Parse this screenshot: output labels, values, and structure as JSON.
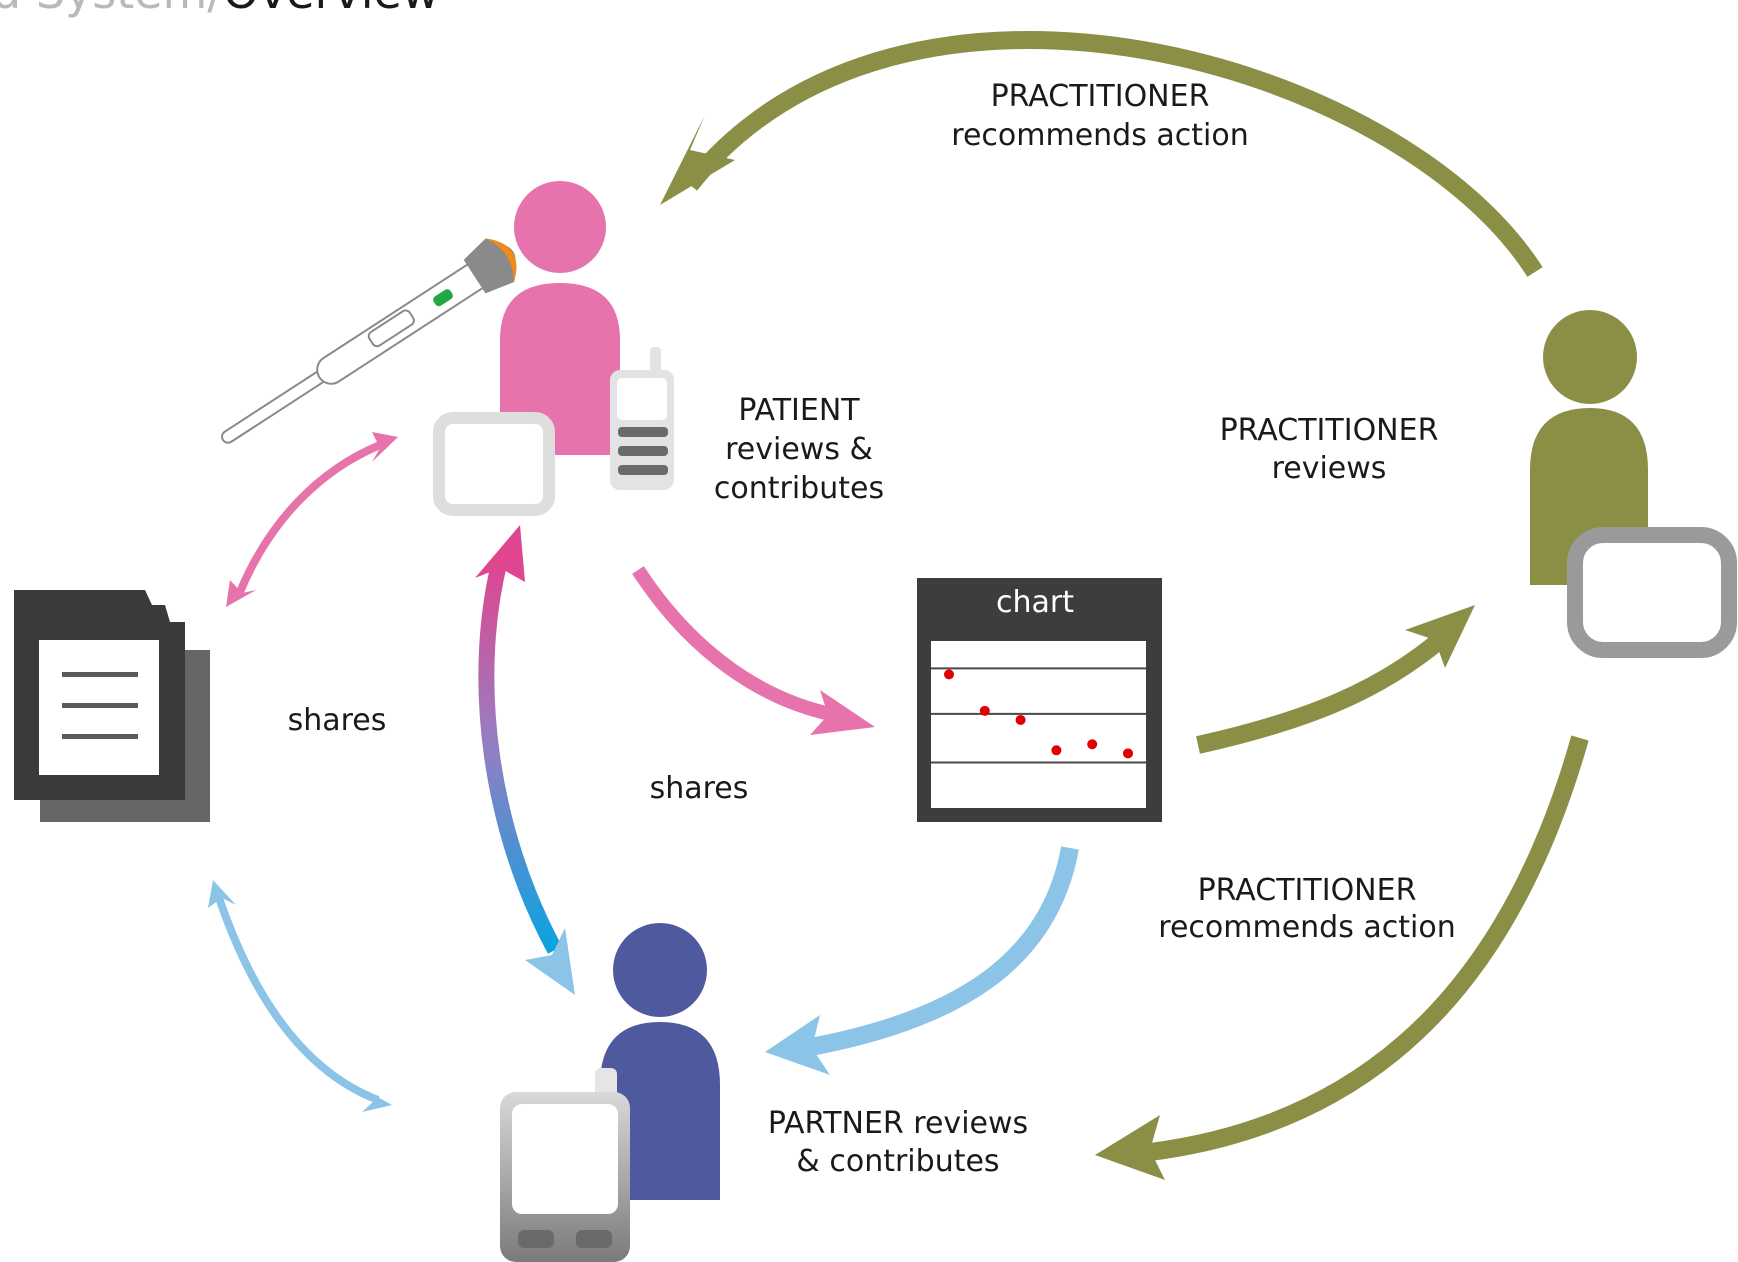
{
  "header": {
    "title_prefix": "d System/",
    "title": "Overview"
  },
  "labels": {
    "practitioner_recommends_top_line1": "PRACTITIONER",
    "practitioner_recommends_top_line2": "recommends action",
    "patient_line1": "PATIENT",
    "patient_line2": "reviews &",
    "patient_line3": "contributes",
    "practitioner_reviews_line1": "PRACTITIONER",
    "practitioner_reviews_line2": "reviews",
    "shares_left": "shares",
    "shares_center": "shares",
    "practitioner_recommends_bottom_line1": "PRACTITIONER",
    "practitioner_recommends_bottom_line2": "recommends action",
    "partner_line1": "PARTNER reviews",
    "partner_line2": "& contributes"
  },
  "chart_card": {
    "title": "chart",
    "points": [
      4.4,
      3.2,
      2.9,
      1.9,
      2.1,
      1.8
    ],
    "gridlines": [
      1.5,
      3.1,
      4.6
    ],
    "y_range": [
      0,
      5.5
    ]
  },
  "colors": {
    "patient": "#e673ab",
    "partner": "#4f5a9e",
    "practitioner": "#8a8f45",
    "shared_blue": "#8cc4e8",
    "document_dark": "#3a3a3a",
    "chart_dark": "#3d3d3d",
    "data_point": "#e00000"
  },
  "icons": {
    "patient": "person-icon",
    "partner": "person-icon",
    "practitioner": "person-icon",
    "thermometer": "thermometer-icon",
    "phone": "mobile-phone-icon",
    "tablet": "tablet-icon",
    "monitor": "monitor-icon",
    "documents": "document-stack-icon"
  }
}
